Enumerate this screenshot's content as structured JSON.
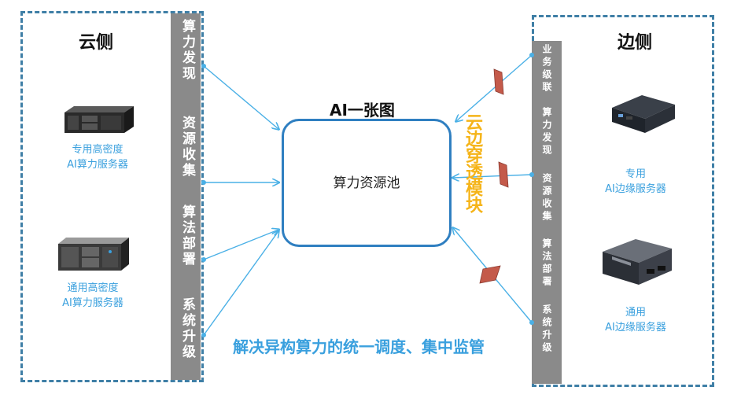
{
  "cloud": {
    "title": "云侧",
    "functions": [
      "算力发现",
      "资源收集",
      "算法部署",
      "系统升级"
    ],
    "servers": [
      {
        "line1": "专用高密度",
        "line2": "AI算力服务器"
      },
      {
        "line1": "通用高密度",
        "line2": "AI算力服务器"
      }
    ]
  },
  "edge": {
    "title": "边侧",
    "functions": [
      "业务级联",
      "算力发现",
      "资源收集",
      "算法部署",
      "系统升级"
    ],
    "servers": [
      {
        "line1": "专用",
        "line2": "AI边缘服务器"
      },
      {
        "line1": "通用",
        "line2": "AI边缘服务器"
      }
    ]
  },
  "center": {
    "title": "AI一张图",
    "pool_label": "算力资源池"
  },
  "bridge": {
    "label": "云边穿透模块"
  },
  "slogan": "解决异构算力的统一调度、集中监管",
  "colors": {
    "panel_border": "#3f7fa6",
    "bar": "#8a8a8a",
    "arrow": "#4ab0e6",
    "accent_blue": "#3aa0de",
    "bridge_yellow": "#f5b419",
    "firewall_red": "#c45a4a"
  }
}
